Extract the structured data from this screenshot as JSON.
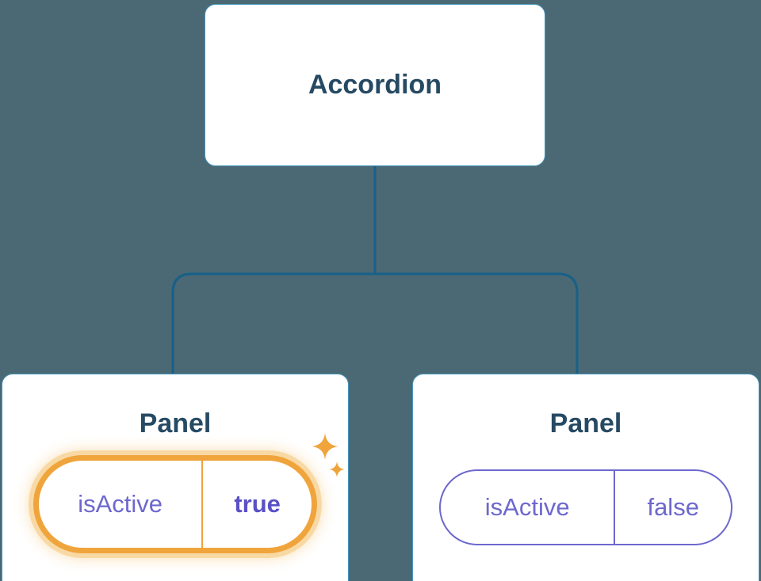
{
  "tree": {
    "root": {
      "label": "Accordion"
    },
    "children": [
      {
        "title": "Panel",
        "state": {
          "key": "isActive",
          "value": "true"
        },
        "highlighted": true,
        "icons": [
          "sparkle-icon-large",
          "sparkle-icon-small"
        ]
      },
      {
        "title": "Panel",
        "state": {
          "key": "isActive",
          "value": "false"
        },
        "highlighted": false,
        "icons": []
      }
    ]
  },
  "colors": {
    "background": "#4b6974",
    "node_fill": "#ffffff",
    "node_border": "#4596bd",
    "connector": "#16608a",
    "heading_text": "#264a63",
    "state_text": "#6d68ce",
    "state_value_active_text": "#5a50c7",
    "highlight_border": "#f0a43c",
    "highlight_glow": "#f8d9a4"
  }
}
